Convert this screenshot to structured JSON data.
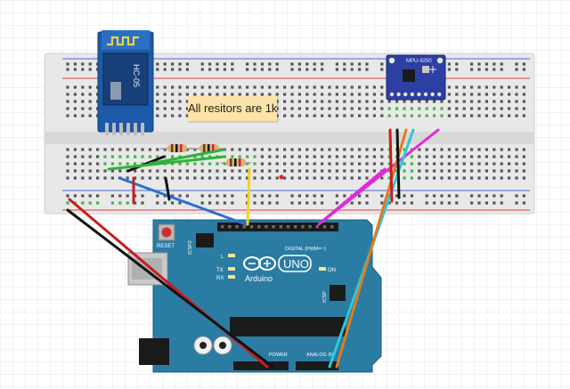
{
  "note": {
    "text": "All resitors are 1k"
  },
  "bluetooth_module": {
    "label": "HC-05"
  },
  "imu_module": {
    "label": "MPU-9250"
  },
  "arduino": {
    "logo_text": "UNO",
    "brand": "Arduino",
    "reset_label": "RESET",
    "icsp2_label": "ICSP2",
    "icsp_label": "ICSP",
    "digital_label": "DIGITAL (PWM=~)",
    "analog_label": "ANALOG IN",
    "power_label": "POWER",
    "tx_label": "TX",
    "rx_label": "RX",
    "l_label": "L",
    "on_label": "ON"
  },
  "colors": {
    "grid": "#e6e6f0",
    "breadboard": "#e9e9e9",
    "rail_red": "#d33",
    "rail_blue": "#33c",
    "hole": "#555555",
    "hole_active": "#3fb34a",
    "arduino_board": "#2f7fa6",
    "hc05_board": "#1e5fae",
    "mpu_board": "#2e3fa6",
    "note_bg": "#fde3a7"
  }
}
